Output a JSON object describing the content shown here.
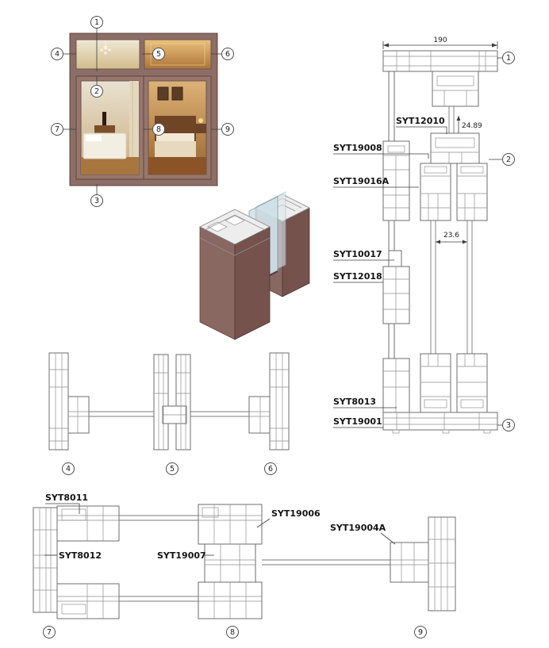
{
  "page": {
    "background": "#ffffff",
    "kind": "aluminum window system section diagram"
  },
  "colors": {
    "frame": "#8d6e66",
    "frame_sash": "#97766d",
    "frame_stroke": "#5a423c",
    "iso_light": "#8a6862",
    "iso_dark": "#75524c",
    "iso_top": "#ededed",
    "glass": "#cfe0e8",
    "line": "#6e6e6e"
  },
  "elevation": {
    "callouts": [
      "1",
      "2",
      "3",
      "4",
      "5",
      "6",
      "7",
      "8",
      "9"
    ]
  },
  "vertical_section": {
    "dims": {
      "overall_width": "190",
      "glass_offset": "24.89",
      "glass_gap": "23.6"
    },
    "parts": {
      "syt12010": "SYT12010",
      "syt19008": "SYT19008",
      "syt19016a": "SYT19016A",
      "syt10017": "SYT10017",
      "syt12018": "SYT12018",
      "syt8013": "SYT8013",
      "syt19001": "SYT19001"
    },
    "callouts": [
      "1",
      "2",
      "3"
    ]
  },
  "plan_section_top": {
    "callouts": [
      "4",
      "5",
      "6"
    ]
  },
  "plan_section_bottom": {
    "parts": {
      "syt8011": "SYT8011",
      "syt8012": "SYT8012",
      "syt19007": "SYT19007",
      "syt19006": "SYT19006",
      "syt19004a": "SYT19004A"
    },
    "callouts": [
      "7",
      "8",
      "9"
    ]
  }
}
